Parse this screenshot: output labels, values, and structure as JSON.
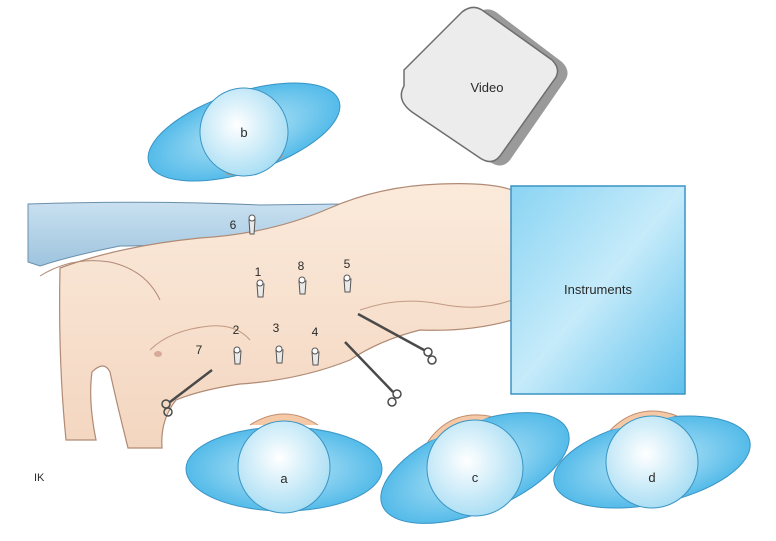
{
  "figure": {
    "corner_label": "IK",
    "video_label": "Video",
    "instruments_label": "Instruments"
  },
  "staff": [
    {
      "id": "b",
      "label": "b"
    },
    {
      "id": "a",
      "label": "a"
    },
    {
      "id": "c",
      "label": "c"
    },
    {
      "id": "d",
      "label": "d"
    }
  ],
  "ports": [
    {
      "label": "1"
    },
    {
      "label": "2"
    },
    {
      "label": "3"
    },
    {
      "label": "4"
    },
    {
      "label": "5"
    },
    {
      "label": "6"
    },
    {
      "label": "7"
    },
    {
      "label": "8"
    }
  ],
  "colors": {
    "staff_blue": "#5cc2ec",
    "staff_head": "#d8f1fb",
    "skin": "#f9e4d3",
    "drape_blue": "#b9d6ea",
    "instrument_table": "#66c5ef",
    "monitor_gray": "#e6e6e6"
  }
}
